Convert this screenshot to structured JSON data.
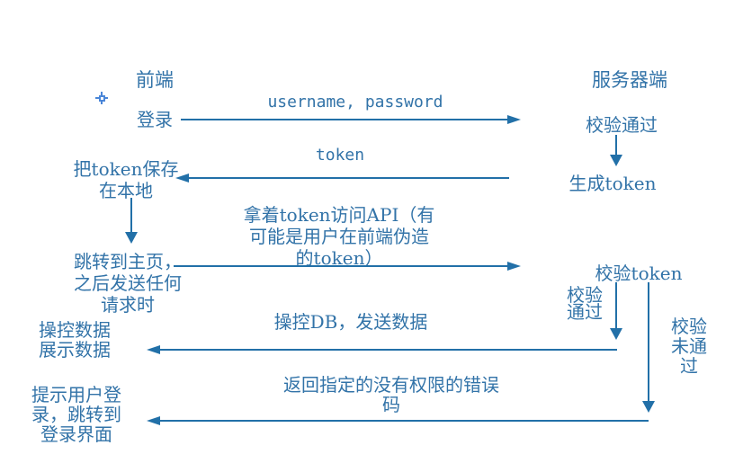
{
  "colors": {
    "text": "#3273a8",
    "line": "#2270a8",
    "cursor": "#4a86d8",
    "background": "#ffffff"
  },
  "icons": {
    "cursor": "plus-crosshair-cursor-icon"
  },
  "actors": {
    "frontend": "前端",
    "server": "服务器端"
  },
  "frontend_nodes": {
    "login": "登录",
    "save_token": "把token保存\n在本地",
    "goto_home": "跳转到主页，\n之后发送任何\n请求时",
    "handle_data": "操控数据\n展示数据",
    "prompt_login": "提示用户登\n录，跳转到\n登录界面"
  },
  "server_nodes": {
    "verify_pass": "校验通过",
    "generate_token": "生成token",
    "verify_token": "校验token",
    "verify_pass2": "校验\n通过",
    "verify_fail": "校验\n未通\n过"
  },
  "messages": {
    "login_request": "username, password",
    "token_response": "token",
    "api_request": "拿着token访问API（有\n可能是用户在前端伪造\n的token）",
    "db_response": "操控DB，发送数据",
    "error_response": "返回指定的没有权限的错误\n码"
  }
}
